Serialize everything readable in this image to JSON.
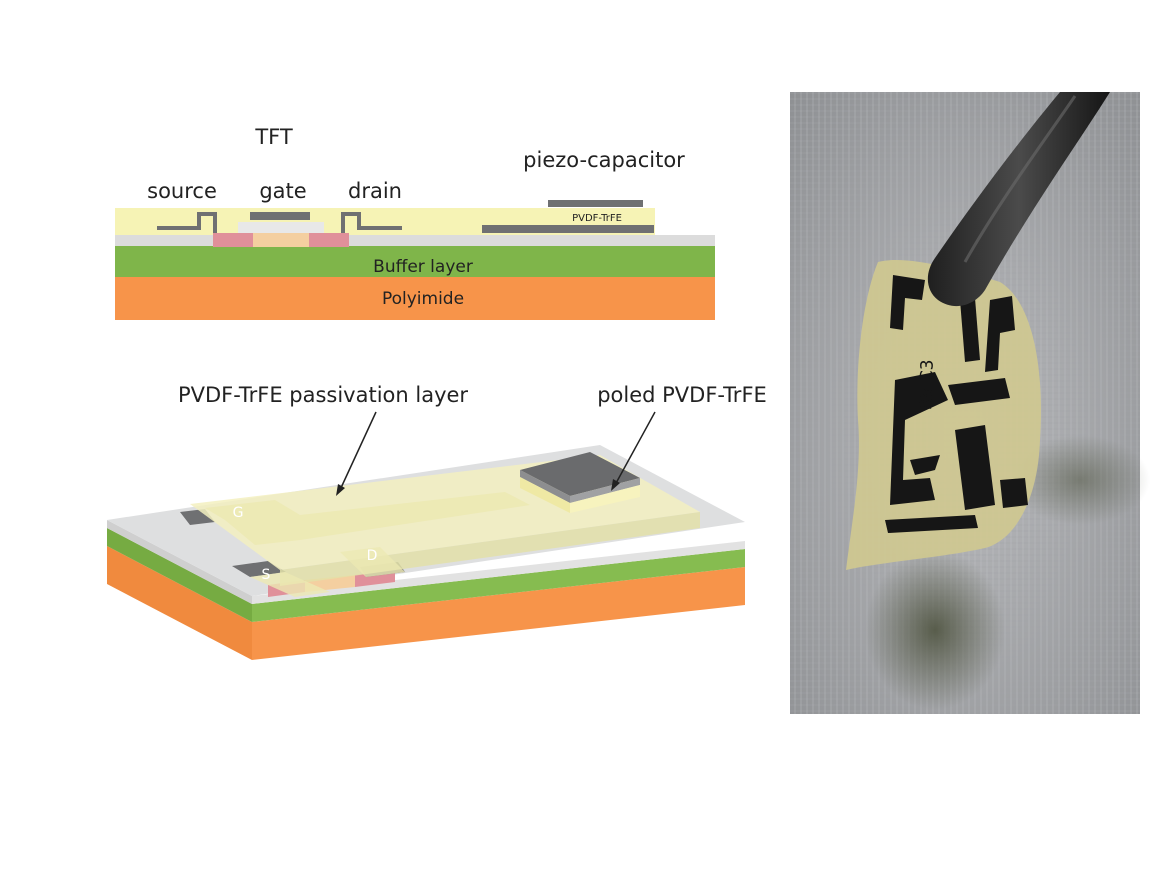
{
  "cross_section": {
    "title": "TFT",
    "source_label": "source",
    "gate_label": "gate",
    "drain_label": "drain",
    "capacitor_label": "piezo-capacitor",
    "pvdf_label": "PVDF-TrFE",
    "buffer_label": "Buffer layer",
    "substrate_label": "Polyimide"
  },
  "isometric": {
    "passivation_label": "PVDF-TrFE passivation layer",
    "poled_label": "poled PVDF-TrFE",
    "gate_letter": "G",
    "source_letter": "S",
    "drain_letter": "D"
  },
  "photo": {
    "device_marking": "R8 C3"
  },
  "colors": {
    "polyimide": "#f7944a",
    "buffer": "#7fb54a",
    "pvdf": "#f6f3b5",
    "metal": "#6f7072",
    "semiconductor": "#f4cfa0",
    "contact": "#e0909a",
    "base": "#dcdcdc"
  }
}
